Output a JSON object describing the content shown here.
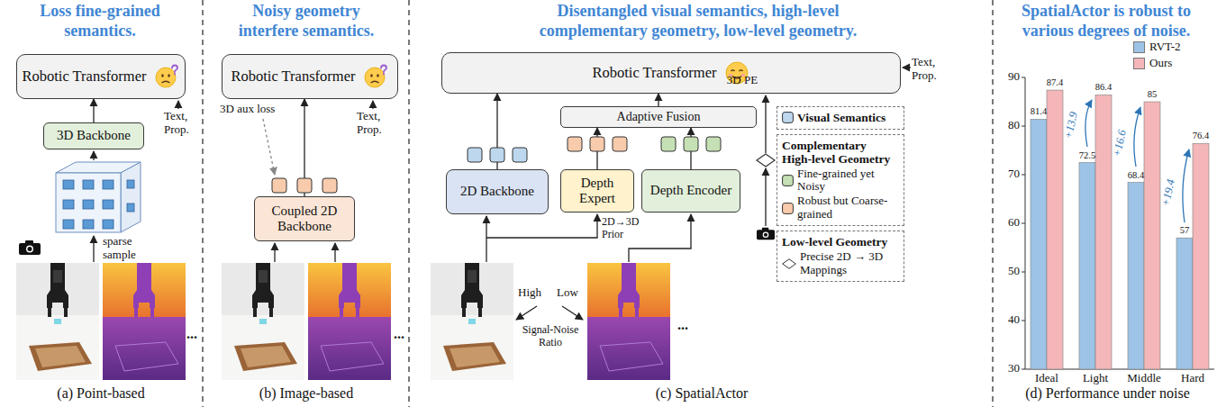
{
  "diagram": {
    "nodes": [
      {
        "text": [
          "Robotic Transformer"
        ]
      },
      {
        "text": [
          "3D Backbone"
        ]
      },
      {
        "text": [
          "Robotic Transformer"
        ]
      },
      {
        "text": [
          "Coupled 2D Backbone"
        ]
      },
      {
        "text": [
          "Robotic Transformer"
        ]
      },
      {
        "text": [
          "Adaptive Fusion"
        ]
      },
      {
        "text": [
          "2D Backbone"
        ]
      },
      {
        "text": [
          "Depth Expert"
        ]
      },
      {
        "text": [
          "Depth Encoder"
        ]
      },
      {
        "text": [
          "Visual Semantics"
        ]
      },
      {
        "text": [
          "Complementary High-level Geometry",
          "Fine-grained yet Noisy",
          "Robust but Coarse-grained"
        ]
      },
      {
        "text": [
          "Low-level Geometry",
          "Precise 2D → 3D Mappings"
        ]
      }
    ],
    "edges": [
      {
        "from": 1,
        "to": 0,
        "arrow": "to"
      },
      {
        "from": 3,
        "to": 2,
        "arrow": "to"
      },
      {
        "from": 6,
        "to": 4,
        "arrow": "to"
      },
      {
        "from": 7,
        "to": 5,
        "arrow": "to"
      },
      {
        "from": 8,
        "to": 5,
        "arrow": "to"
      },
      {
        "from": 5,
        "to": 4,
        "arrow": "to"
      }
    ],
    "labels": [
      "Loss fine-grained semantics.",
      "Noisy geometry interfere semantics.",
      "Disentangled visual semantics, high-level complementary geometry, low-level geometry.",
      "SpatialActor is robust to various degrees of noise.",
      "Text, Prop.",
      "sparse sample",
      "...",
      "(a) Point-based",
      "3D aux loss",
      "Text, Prop.",
      "...",
      "(b) Image-based",
      "Text, Prop.",
      "3D PE",
      "2D→3D Prior",
      "High",
      "Low",
      "Signal-Noise Ratio",
      "...",
      "(c) SpatialActor",
      "90",
      "80",
      "70",
      "60",
      "50",
      "40",
      "30",
      "81.4",
      "87.4",
      "72.5",
      "86.4",
      "68.4",
      "85",
      "57",
      "76.4",
      "+13.9",
      "+16.6",
      "+19.4",
      "Ideal",
      "Light",
      "Middle",
      "Hard",
      "(d) Performance under noise"
    ],
    "legend": [
      {
        "text": "RVT-2",
        "color": "#9dc3e6"
      },
      {
        "text": "Ours",
        "color": "#f4b6b8"
      }
    ]
  }
}
